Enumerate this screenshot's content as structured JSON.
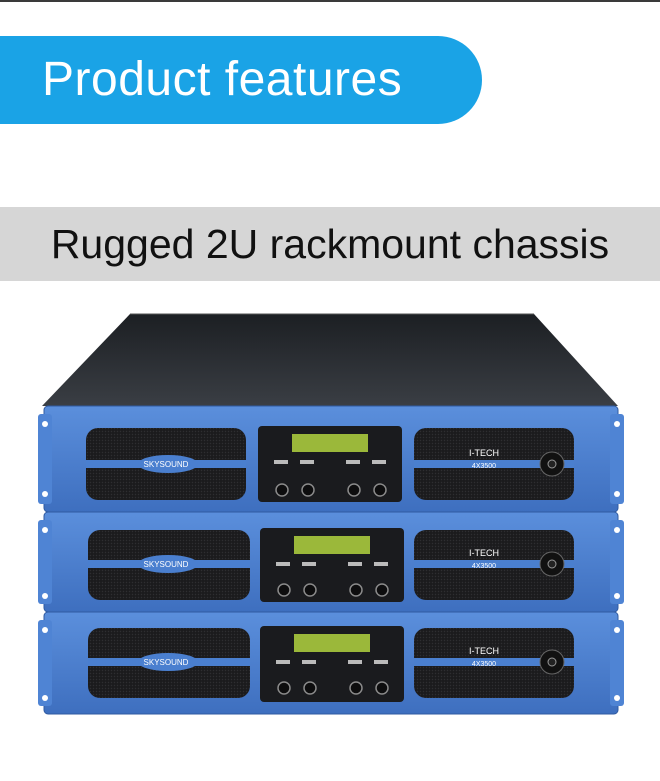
{
  "header": {
    "title": "Product features"
  },
  "feature": {
    "heading": "Rugged 2U rackmount chassis"
  },
  "product": {
    "brand": "SKYSOUND",
    "model_line1": "I-TECH",
    "model_line2": "4X3500",
    "units_shown": 3
  },
  "colors": {
    "banner": "#1aa3e6",
    "subbar": "#d6d6d6",
    "chassis": "#4a7fcf",
    "chassis_top": "#23262b"
  }
}
